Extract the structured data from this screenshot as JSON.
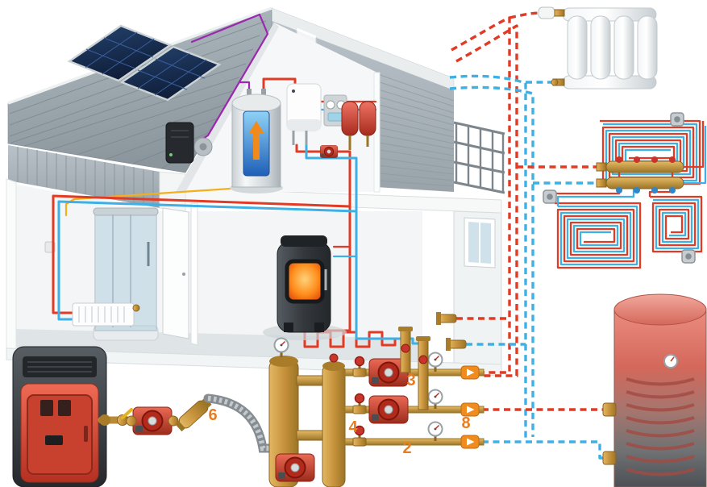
{
  "diagram": {
    "name": "home-heating-system-cutaway-illustration",
    "labels": {
      "pump_group": "6",
      "circuit_3": "3",
      "circuit_4": "4",
      "circuit_2": "2",
      "circuit_8": "8"
    },
    "colors": {
      "pipe_red": "#e23b25",
      "pipe_blue": "#3fb0e4",
      "pipe_purple": "#9b27b0",
      "pipe_yellow": "#f2b01e",
      "brass": "#c8923c",
      "brass_dark": "#9b7526",
      "label_orange": "#e87c1e"
    },
    "components": [
      "solar-panels",
      "metal-roof",
      "solar-storage-tank",
      "wall-hung-boiler",
      "expansion-vessels",
      "control-panel",
      "panel-radiator",
      "shower-cabin",
      "pellet-stove",
      "underfloor-heating-coil",
      "sectional-radiator",
      "floor-heating-manifold",
      "floor-heating-loops",
      "room-thermostats",
      "buffer-tank",
      "floor-standing-boiler",
      "hydraulic-manifold-station",
      "circulation-pumps",
      "pressure-gauges",
      "flow-direction-badges"
    ]
  }
}
